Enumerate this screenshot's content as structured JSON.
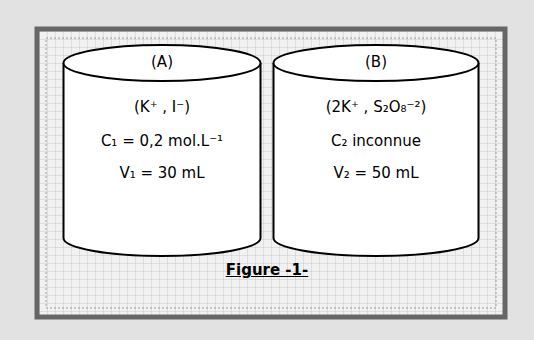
{
  "diagram": {
    "caption": "Figure -1-",
    "nodes": [
      {
        "text": [
          "(A)",
          "(K⁺ , I⁻)",
          "C₁ = 0,2 mol.L⁻¹",
          "V₁ = 30 mL"
        ]
      },
      {
        "text": [
          "(B)",
          "(2K⁺ , S₂O₈⁻²)",
          "C₂ inconnue",
          "V₂ = 50 mL"
        ]
      }
    ]
  }
}
